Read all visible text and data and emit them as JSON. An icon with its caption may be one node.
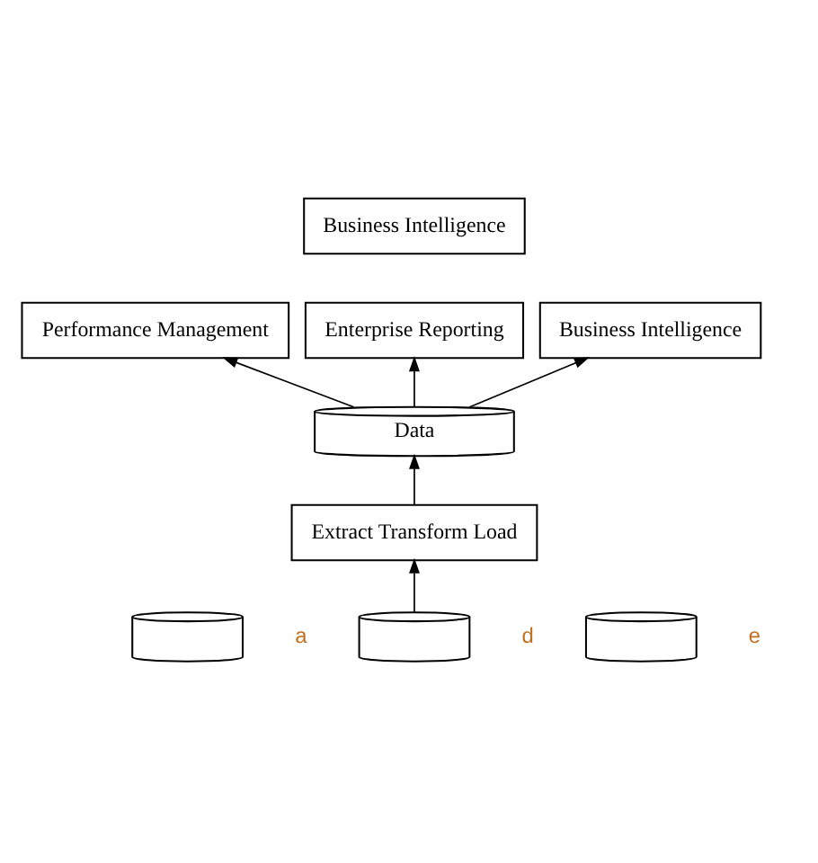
{
  "diagram": {
    "nodes": [
      {
        "text": [
          "Business Intelligence"
        ]
      },
      {
        "text": [
          "Performance Management"
        ]
      },
      {
        "text": [
          "Enterprise Reporting"
        ]
      },
      {
        "text": [
          "Business Intelligence"
        ]
      },
      {
        "text": [
          "Data"
        ]
      },
      {
        "text": [
          "Extract Transform Load"
        ]
      },
      {
        "text": [],
        "shape": "cylinder"
      },
      {
        "text": [],
        "shape": "cylinder"
      },
      {
        "text": [],
        "shape": "cylinder"
      }
    ],
    "edges": [
      {
        "from": 4,
        "to": 1,
        "arrow": "to"
      },
      {
        "from": 4,
        "to": 2,
        "arrow": "to"
      },
      {
        "from": 4,
        "to": 3,
        "arrow": "to"
      },
      {
        "from": 5,
        "to": 4,
        "arrow": "to"
      },
      {
        "from": 7,
        "to": 5,
        "arrow": "to"
      }
    ],
    "labels": [
      "a",
      "d",
      "e"
    ]
  }
}
